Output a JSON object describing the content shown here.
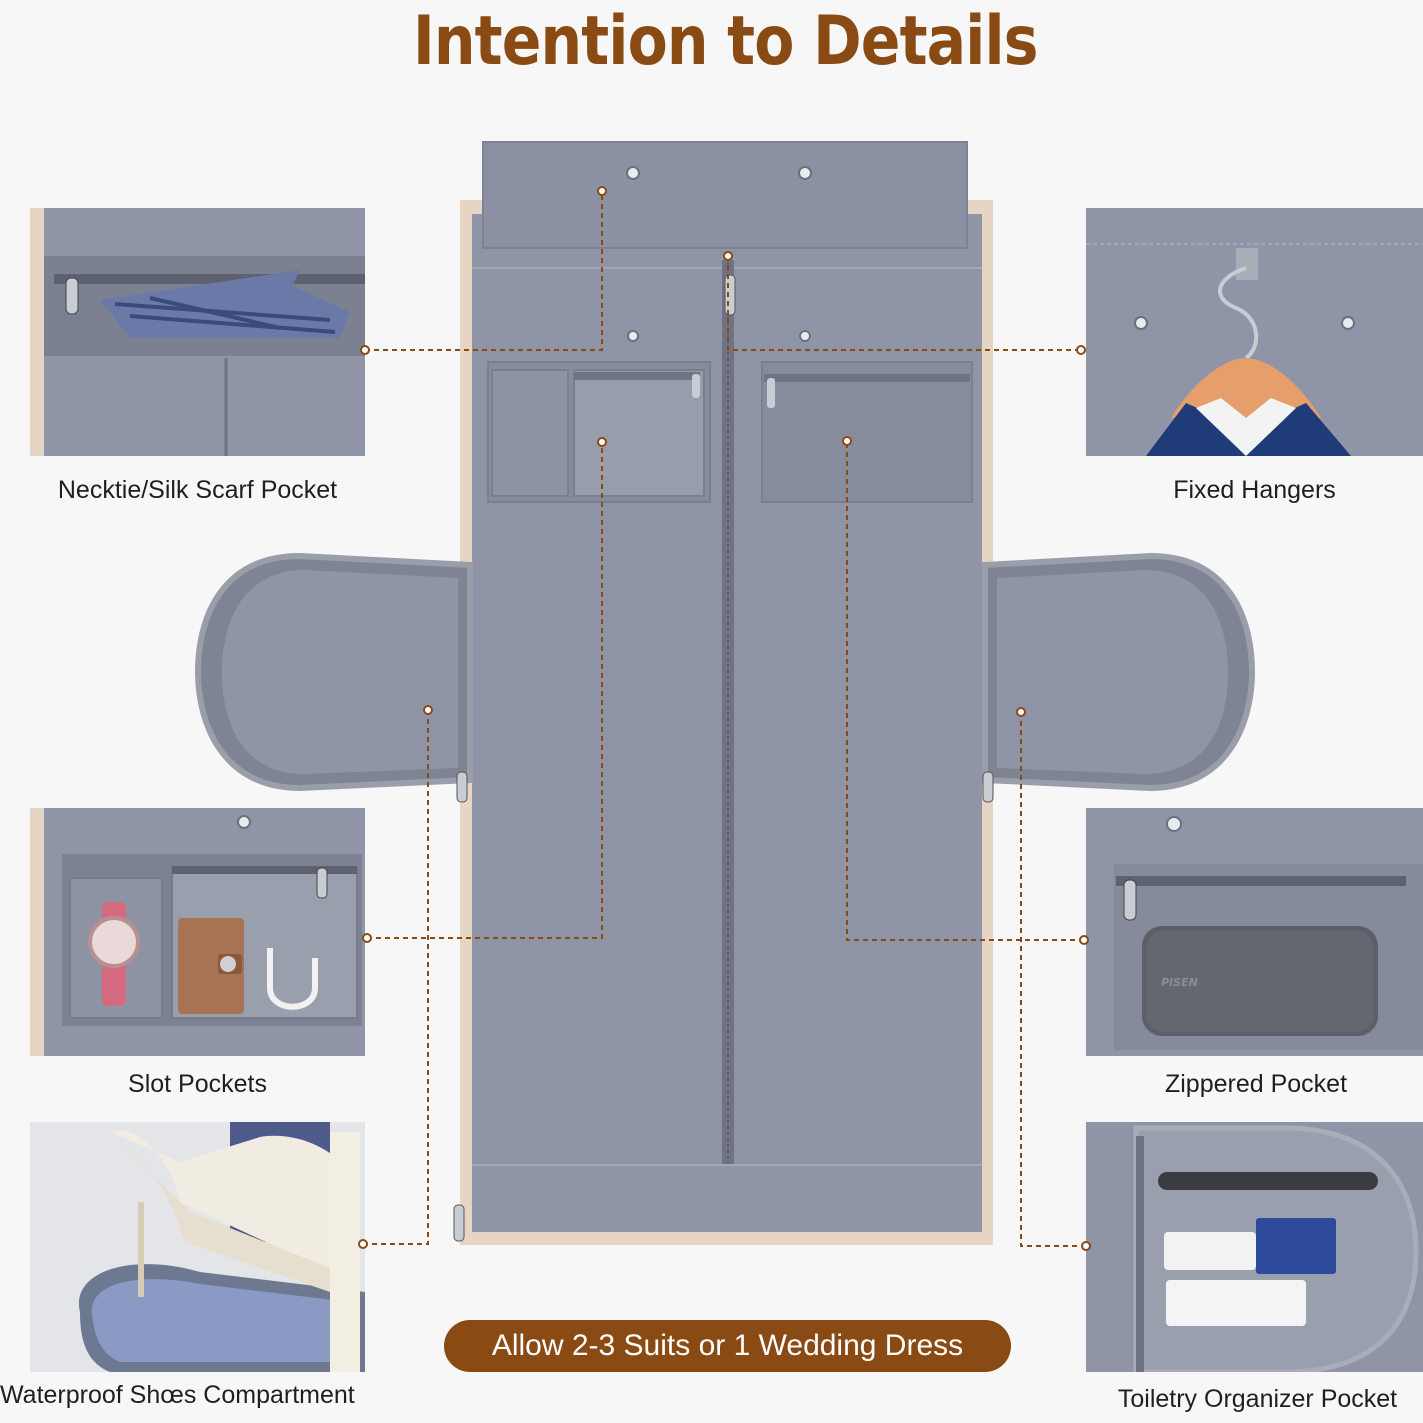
{
  "title": "Intention to Details",
  "features": [
    {
      "id": "necktie",
      "label": "Necktie/Silk Scarf Pocket"
    },
    {
      "id": "hangers",
      "label": "Fixed Hangers"
    },
    {
      "id": "slot",
      "label": "Slot Pockets"
    },
    {
      "id": "zippered",
      "label": "Zippered Pocket"
    },
    {
      "id": "shoes",
      "label": "Waterproof Shœs Compartment"
    },
    {
      "id": "toiletry",
      "label": "Toiletry Organizer Pocket"
    }
  ],
  "capacity_banner": "Allow 2-3 Suits or 1 Wedding Dress",
  "power_bank_brand": "PISEN",
  "colors": {
    "accent_brown": "#8a4a14",
    "bag_grey": "#8f95a6",
    "bag_trim": "#e6d5c3",
    "leader_line": "#8a4a14"
  }
}
